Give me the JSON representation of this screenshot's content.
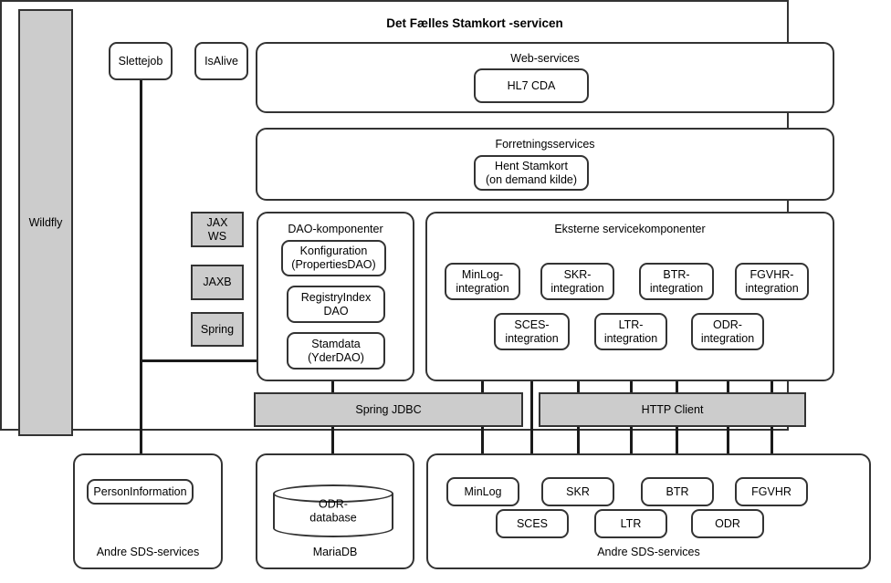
{
  "diagram": {
    "title": "Det Fælles Stamkort -servicen",
    "runtime_container": {
      "label": "Wildfly",
      "fill": "#cccccc"
    }
  },
  "scheduled_jobs": [
    {
      "label": "Slettejob"
    },
    {
      "label": "IsAlive"
    }
  ],
  "layers": {
    "web_services": {
      "title": "Web-services",
      "nodes": [
        {
          "label": "HL7 CDA"
        }
      ]
    },
    "business_services": {
      "title": "Forretningsservices",
      "nodes": [
        {
          "label": "Hent Stamkort\n(on demand kilde)",
          "line1": "Hent Stamkort",
          "line2": "(on demand kilde)"
        }
      ]
    },
    "frameworks": [
      {
        "label": "JAX\nWS",
        "line1": "JAX",
        "line2": "WS",
        "fill": "#cccccc"
      },
      {
        "label": "JAXB",
        "line1": "JAXB",
        "line2": "",
        "fill": "#cccccc"
      },
      {
        "label": "Spring",
        "line1": "Spring",
        "line2": "",
        "fill": "#cccccc"
      }
    ],
    "dao_components": {
      "title": "DAO-komponenter",
      "nodes": [
        {
          "line1": "Konfiguration",
          "line2": "(PropertiesDAO)"
        },
        {
          "line1": "RegistryIndex",
          "line2": "DAO"
        },
        {
          "line1": "Stamdata",
          "line2": "(YderDAO)"
        }
      ]
    },
    "external_service_components": {
      "title": "Eksterne servicekomponenter",
      "nodes_top": [
        {
          "line1": "MinLog-",
          "line2": "integration"
        },
        {
          "line1": "SKR-",
          "line2": "integration"
        },
        {
          "line1": "BTR-",
          "line2": "integration"
        },
        {
          "line1": "FGVHR-",
          "line2": "integration"
        }
      ],
      "nodes_bottom": [
        {
          "line1": "SCES-",
          "line2": "integration"
        },
        {
          "line1": "LTR-",
          "line2": "integration"
        },
        {
          "line1": "ODR-",
          "line2": "integration"
        }
      ]
    },
    "connectors": [
      {
        "label": "Spring JDBC",
        "fill": "#cccccc"
      },
      {
        "label": "HTTP Client",
        "fill": "#cccccc"
      }
    ]
  },
  "external_systems": {
    "sds_left": {
      "footer": "Andre SDS-services",
      "nodes": [
        {
          "label": "PersonInformation"
        }
      ]
    },
    "database_panel": {
      "footer": "MariaDB",
      "database": {
        "line1": "ODR-",
        "line2": "database"
      }
    },
    "sds_right": {
      "footer": "Andre SDS-services",
      "nodes_top": [
        {
          "label": "MinLog"
        },
        {
          "label": "SKR"
        },
        {
          "label": "BTR"
        },
        {
          "label": "FGVHR"
        }
      ],
      "nodes_bottom": [
        {
          "label": "SCES"
        },
        {
          "label": "LTR"
        },
        {
          "label": "ODR"
        }
      ]
    }
  },
  "colors": {
    "stroke": "#333333",
    "gray_fill": "#cccccc",
    "background": "#ffffff"
  }
}
